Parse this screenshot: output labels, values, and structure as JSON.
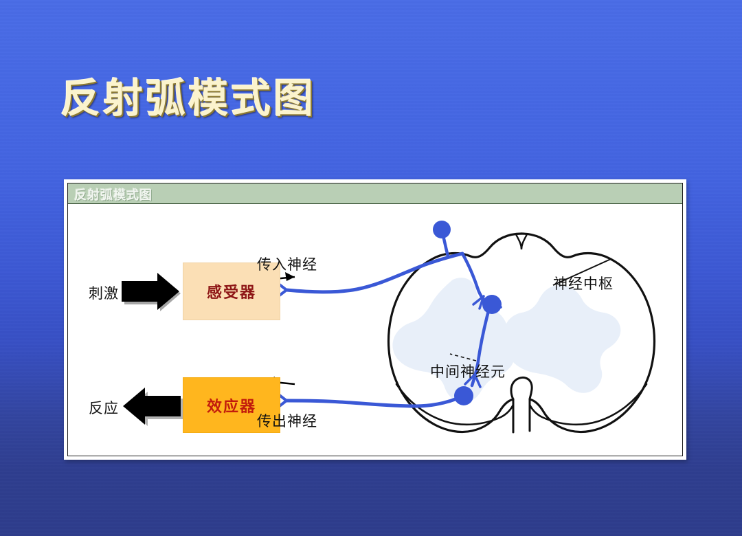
{
  "slide": {
    "title": "反射弧模式图",
    "background_top_color": "#4a6ce6",
    "background_bottom_color": "#2e3d8c",
    "title_color": "#fbf3cd"
  },
  "panel": {
    "header_title": "反射弧模式图",
    "header_color": "#b9cfb5",
    "body_color": "#ffffff"
  },
  "diagram": {
    "boxes": [
      {
        "id": "receptor",
        "label": "感受器",
        "fill": "#fbdfb5",
        "text_color": "#8e1616"
      },
      {
        "id": "effector",
        "label": "效应器",
        "fill": "#ffb61e",
        "text_color": "#c21b0c"
      }
    ],
    "labels": {
      "stimulus": "刺激",
      "response": "反应",
      "afferent_nerve": "传入神经",
      "efferent_nerve": "传出神经",
      "nerve_center": "神经中枢",
      "interneuron": "中间神经元"
    },
    "colors": {
      "neuron_blue": "#3a58d6",
      "gray_matter": "#e4ecf8",
      "cord_outline": "#111111",
      "arrow_black": "#000000"
    },
    "flow_direction": {
      "afferent": "right",
      "efferent": "left",
      "stimulus_arrow": "right",
      "response_arrow": "left"
    }
  }
}
